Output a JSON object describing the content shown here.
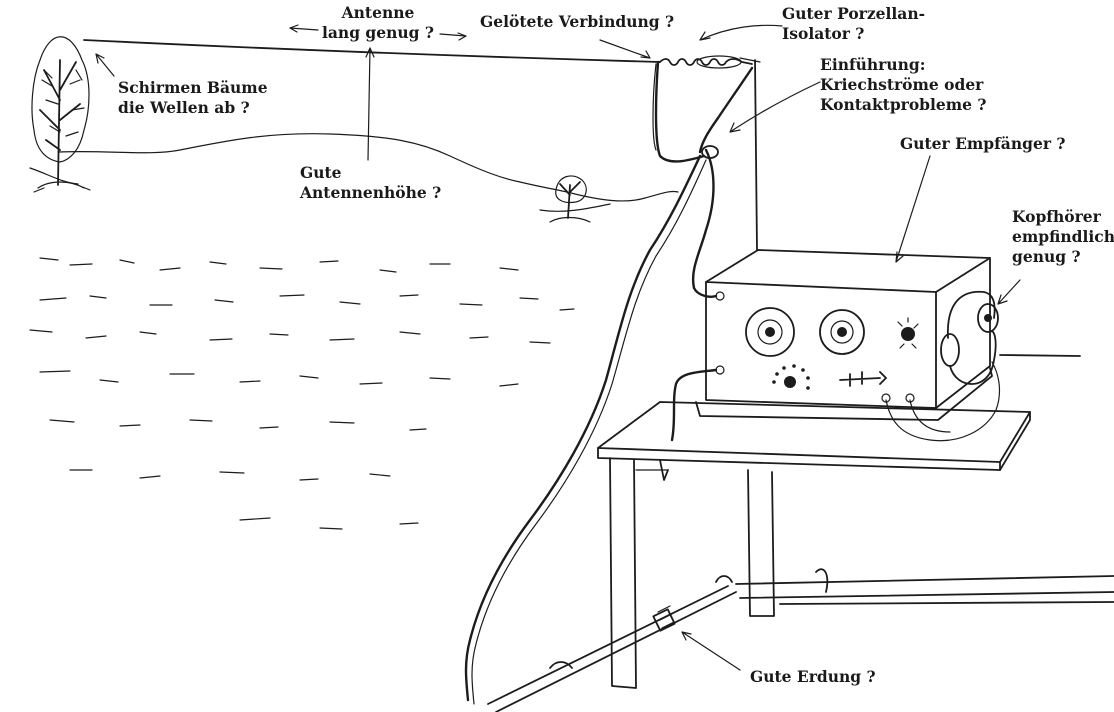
{
  "labels": {
    "antenna_length": [
      "Antenne",
      "lang genug ?"
    ],
    "soldered_joint": "Gelötete Verbindung ?",
    "insulator": [
      "Guter Porzellan-",
      "Isolator ?"
    ],
    "trees": [
      "Schirmen Bäume",
      "die Wellen ab ?"
    ],
    "lead_in": [
      "Einführung:",
      "Kriechströme oder",
      "Kontaktprobleme ?"
    ],
    "receiver": "Guter Empfänger ?",
    "headphones": [
      "Kopfhörer",
      "empfindlich",
      "genug ?"
    ],
    "antenna_height": [
      "Gute",
      "Antennenhöhe ?"
    ],
    "grounding": "Gute Erdung ?"
  }
}
